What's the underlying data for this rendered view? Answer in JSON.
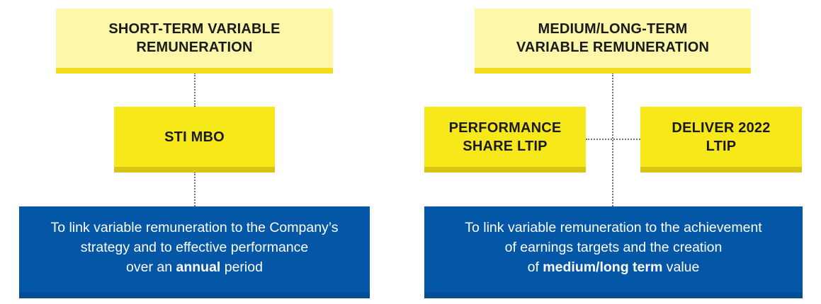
{
  "left": {
    "header": {
      "line1": "SHORT-TERM VARIABLE",
      "line2": "REMUNERATION"
    },
    "instrument": {
      "label": "STI MBO"
    },
    "objective": {
      "line1": "To link variable remuneration to the Company’s",
      "line2": "strategy and to effective performance",
      "line3_pre": "over an ",
      "line3_bold": "annual",
      "line3_post": " period"
    }
  },
  "right": {
    "header": {
      "line1": "MEDIUM/LONG-TERM",
      "line2": "VARIABLE REMUNERATION"
    },
    "instrument_a": {
      "line1": "PERFORMANCE",
      "line2": "SHARE LTIP"
    },
    "instrument_b": {
      "line1": "DELIVER 2022",
      "line2": "LTIP"
    },
    "objective": {
      "line1": "To link variable remuneration to the achievement",
      "line2": "of earnings targets and the creation",
      "line3_pre": "of ",
      "line3_bold": "medium/long term",
      "line3_post": " value"
    }
  },
  "colors": {
    "header_fill": "#fdf7a9",
    "instrument_fill": "#f7e819",
    "objective_fill": "#0457a6",
    "connector": "#6f6f6f"
  }
}
